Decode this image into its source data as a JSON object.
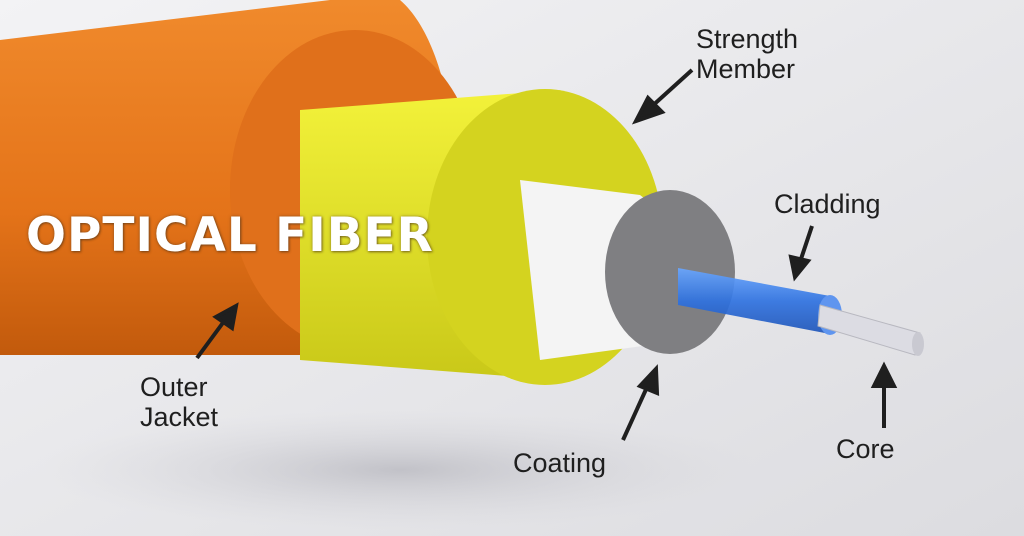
{
  "title": "OPTICAL FIBER",
  "labels": {
    "strength_member": [
      "Strength",
      "Member"
    ],
    "cladding": "Cladding",
    "outer_jacket": [
      "Outer",
      "Jacket"
    ],
    "coating": "Coating",
    "core": "Core"
  },
  "colors": {
    "background": "#e9e9ec",
    "outer_jacket": "#e8761f",
    "strength_member": "#dcdc2a",
    "coating": "#f2f2f2",
    "cladding_face": "#808080",
    "cladding_tube": "#3a7fe6",
    "core": "#d8d8de"
  }
}
